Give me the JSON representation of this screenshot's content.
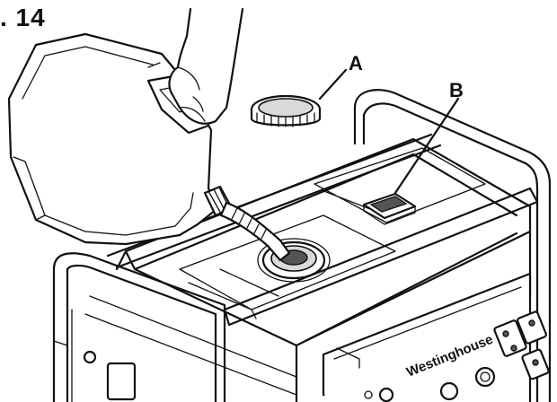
{
  "figure": {
    "title": ". 14",
    "callouts": [
      {
        "id": "A",
        "label": "A"
      },
      {
        "id": "B",
        "label": "B"
      }
    ],
    "brand_text": "Westinghouse"
  }
}
